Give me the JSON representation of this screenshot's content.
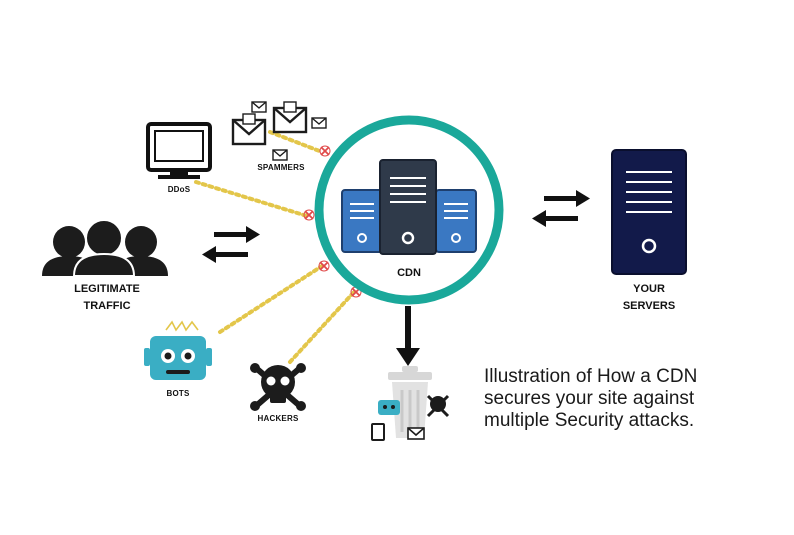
{
  "labels": {
    "ddos": "DDoS",
    "spammers": "SPAMMERS",
    "legitimate_line1": "LEGITIMATE",
    "legitimate_line2": "TRAFFIC",
    "cdn": "CDN",
    "your_line1": "YOUR",
    "your_line2": "SERVERS",
    "bots": "BOTS",
    "hackers": "HACKERS"
  },
  "caption": {
    "line1": "Illustration of How a CDN",
    "line2": "secures your site against",
    "line3": "multiple Security attacks."
  },
  "colors": {
    "ring": "#1aa89a",
    "server_blue": "#3a78c2",
    "server_dark": "#2f3a4a",
    "your_server": "#121a4a",
    "threat_line": "#e3c64a",
    "block_mark": "#e04a4a",
    "bot": "#3aaec4",
    "dark": "#1c1c1c"
  },
  "icons": [
    "monitor-icon",
    "envelope-icon",
    "people-icon",
    "robot-icon",
    "skull-crossbones-icon",
    "server-icon",
    "trash-bin-icon",
    "arrow-exchange-icon",
    "arrow-down-icon",
    "block-x-icon"
  ]
}
